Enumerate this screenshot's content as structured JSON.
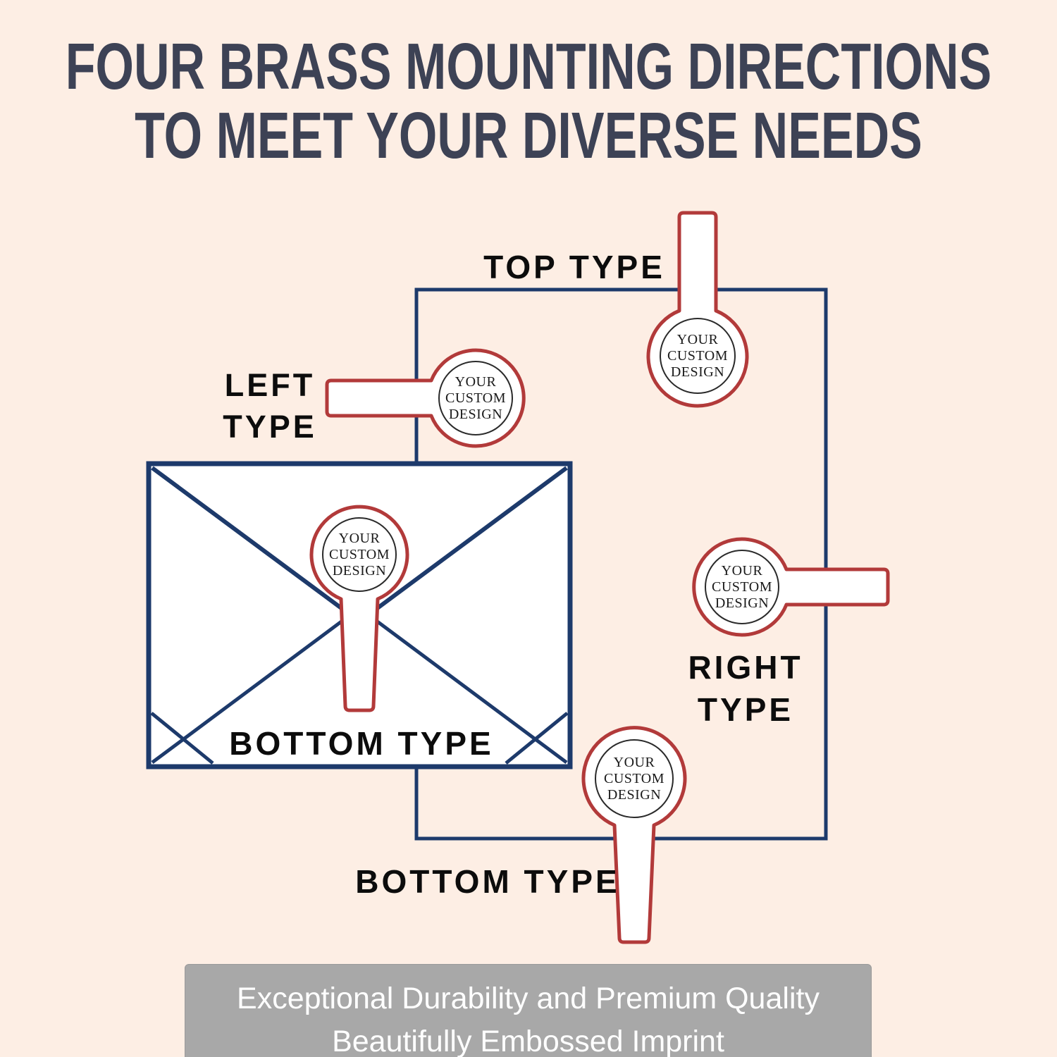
{
  "title": {
    "line1": "FOUR BRASS MOUNTING DIRECTIONS",
    "line2": "TO MEET YOUR DIVERSE NEEDS"
  },
  "labels": {
    "top": "TOP TYPE",
    "left": "LEFT\nTYPE",
    "right": "RIGHT\nTYPE",
    "bottom_envelope": "BOTTOM TYPE",
    "bottom_outer": "BOTTOM TYPE"
  },
  "stamp_text": "YOUR\nCUSTOM\nDESIGN",
  "banner": {
    "line1": "Exceptional Durability and Premium Quality",
    "line2": "Beautifully Embossed Imprint"
  },
  "colors": {
    "background": "#fdeee4",
    "title_text": "#3d4255",
    "navy_outline": "#1d3a6b",
    "stamp_red": "#b23a3a",
    "label_text": "#0c0c0c",
    "banner_bg": "#a8a8a8",
    "banner_text": "#ffffff"
  }
}
